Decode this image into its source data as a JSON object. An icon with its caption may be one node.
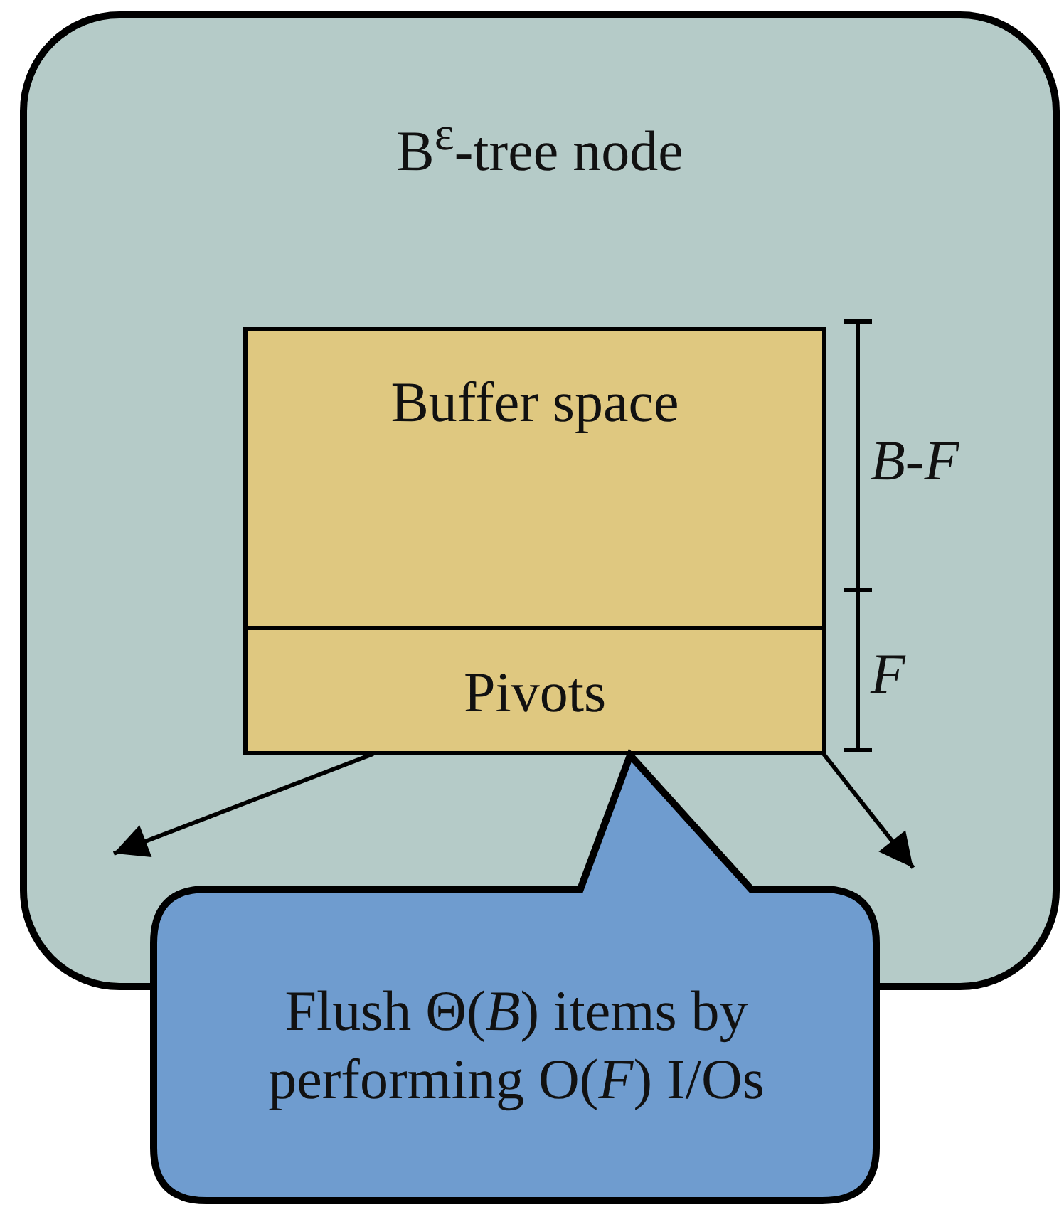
{
  "diagram": {
    "nodes": [
      {
        "text": [
          "B$^{ε}$-tree node"
        ]
      },
      {
        "text": [
          "Buffer space"
        ],
        "in": 0
      },
      {
        "text": [
          "Pivots"
        ],
        "in": 0
      },
      {
        "text": [
          "Flush Θ(*B*) items by performing O(*F*) I/Os"
        ]
      }
    ],
    "edges": [
      {
        "from": 2,
        "to": null,
        "arrow": "to"
      },
      {
        "from": 2,
        "to": null,
        "arrow": "to"
      }
    ],
    "labels": [
      "B-F",
      "F"
    ]
  }
}
